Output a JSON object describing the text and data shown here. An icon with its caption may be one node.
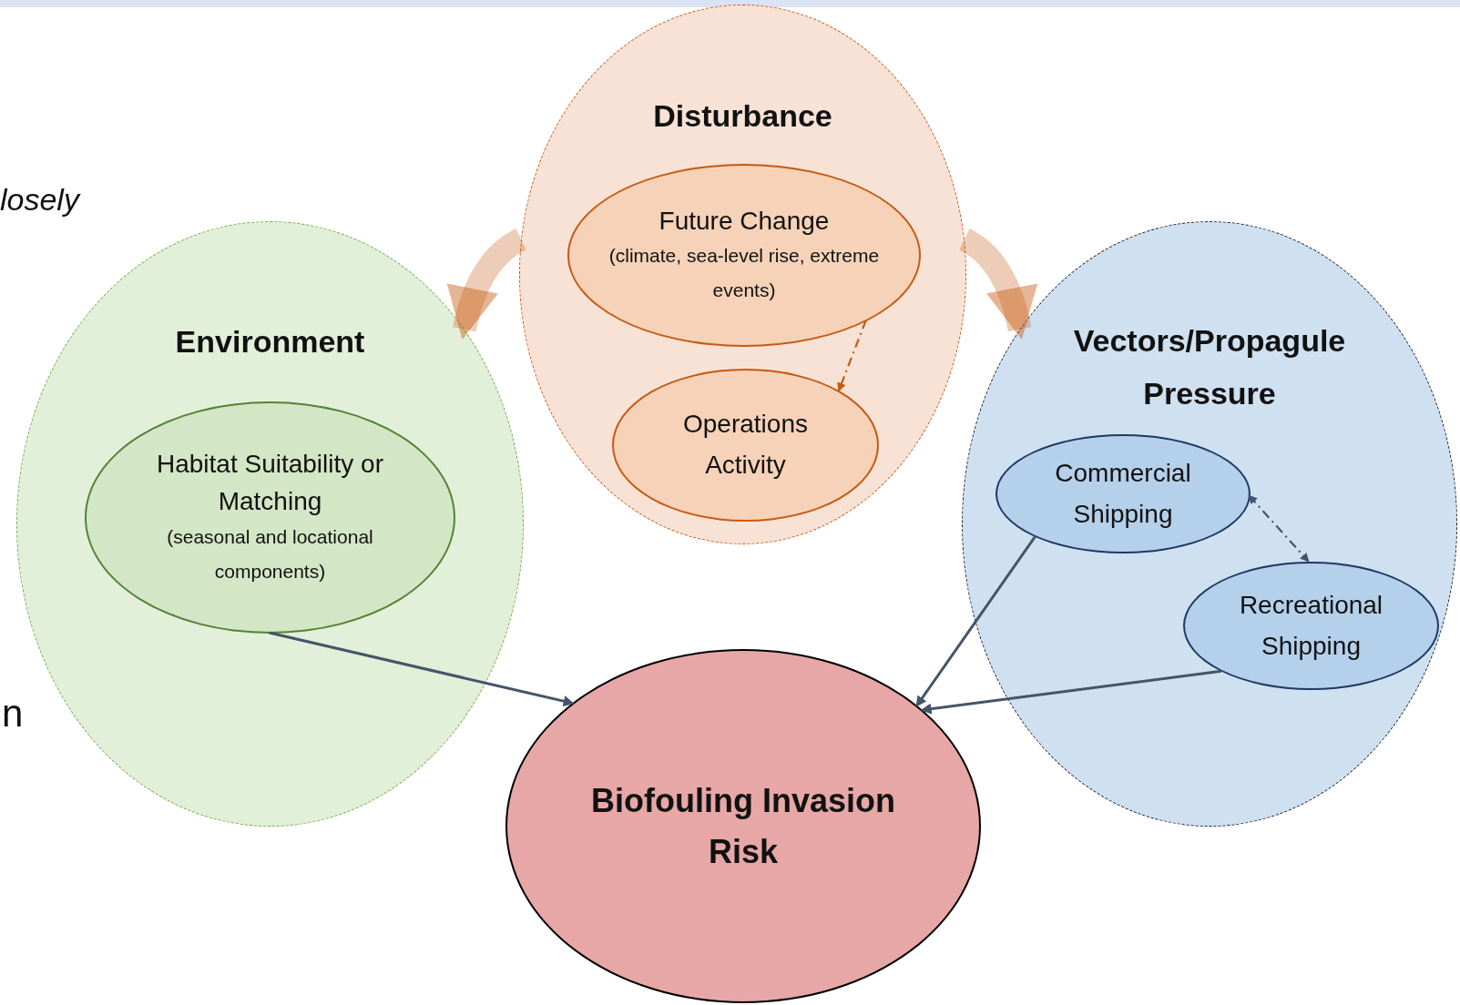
{
  "diagram": {
    "nodes": [
      {
        "text": [
          "Disturbance"
        ]
      },
      {
        "text": [
          "Future Change",
          "(climate, sea-level rise, extreme events)"
        ],
        "in": 0
      },
      {
        "text": [
          "Operations Activity"
        ],
        "in": 0
      },
      {
        "text": [
          "Environment"
        ]
      },
      {
        "text": [
          "Habitat Suitability or Matching",
          "(seasonal and locational components)"
        ],
        "in": 3
      },
      {
        "text": [
          "Vectors/Propagule Pressure"
        ]
      },
      {
        "text": [
          "Commercial Shipping"
        ],
        "in": 5
      },
      {
        "text": [
          "Recreational Shipping"
        ],
        "in": 5
      },
      {
        "text": [
          "Biofouling Invasion Risk"
        ]
      }
    ],
    "edges": [
      {
        "from": 0,
        "to": 3,
        "arrow": "to",
        "style": "thick",
        "color": "#c55a11"
      },
      {
        "from": 0,
        "to": 5,
        "arrow": "to",
        "style": "thick",
        "color": "#c55a11"
      },
      {
        "from": 1,
        "to": 2,
        "arrow": "to",
        "style": "dashed",
        "color": "#c55a11"
      },
      {
        "from": 6,
        "to": 7,
        "arrow": "both",
        "style": "dashed"
      },
      {
        "from": 4,
        "to": 8,
        "arrow": "to"
      },
      {
        "from": 6,
        "to": 8,
        "arrow": "to"
      },
      {
        "from": 7,
        "to": 8,
        "arrow": "to"
      }
    ],
    "labels": [
      "losely",
      "n"
    ]
  }
}
